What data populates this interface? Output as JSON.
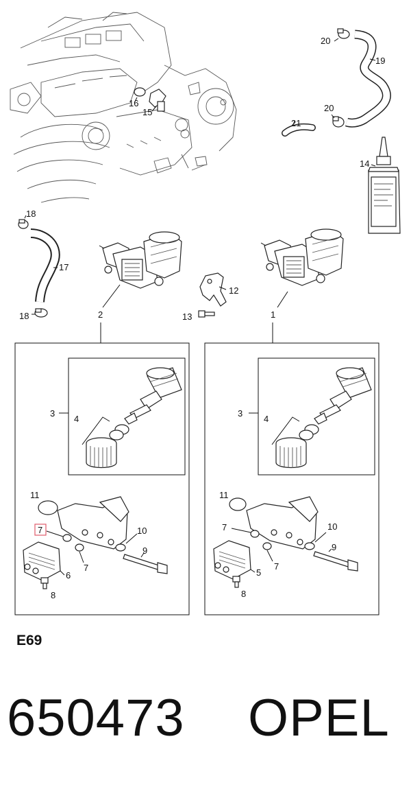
{
  "diagram": {
    "code": "E69",
    "part_number": "650473",
    "brand": "OPEL",
    "highlight_color": "#e05a6a",
    "callouts": {
      "c1": "1",
      "c2": "2",
      "c3": "3",
      "c4": "4",
      "c5": "5",
      "c6": "6",
      "c7": "7",
      "c8": "8",
      "c9": "9",
      "c10": "10",
      "c11": "11",
      "c12": "12",
      "c13": "13",
      "c14": "14",
      "c15": "15",
      "c16": "16",
      "c17": "17",
      "c18": "18",
      "c19": "19",
      "c20": "20",
      "c21": "21"
    }
  }
}
